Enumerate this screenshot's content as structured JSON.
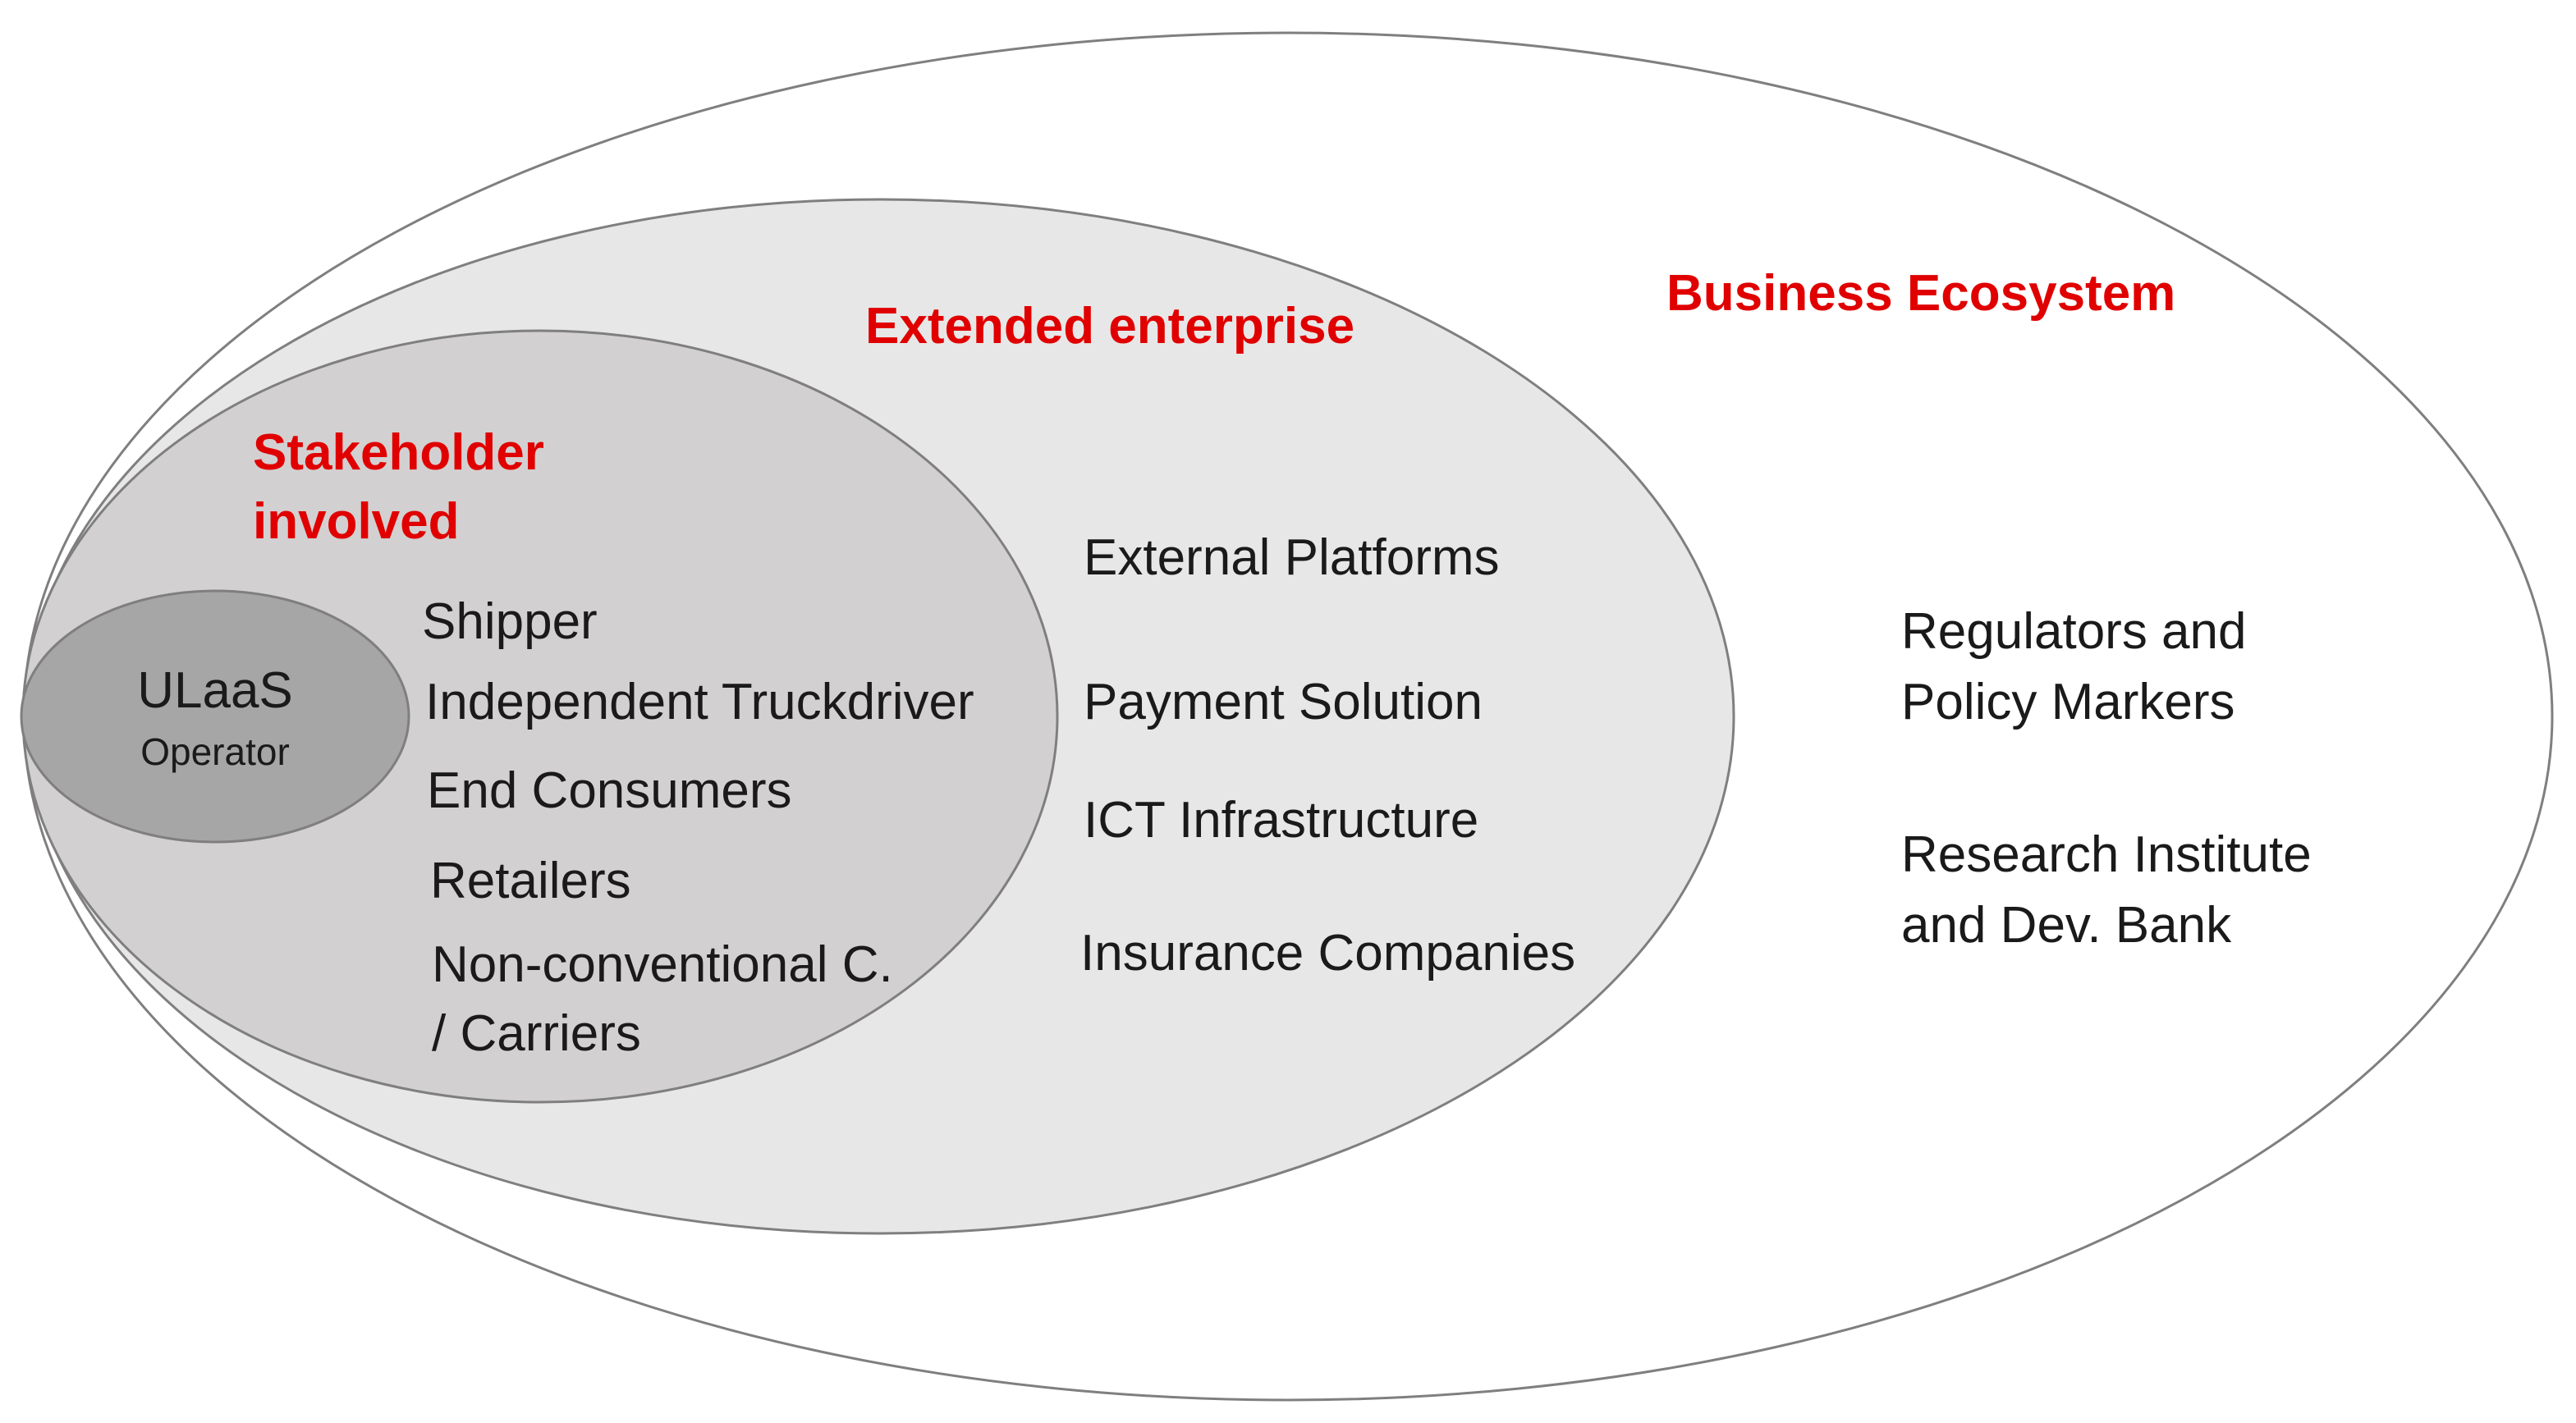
{
  "colors": {
    "label_red": "#e00000",
    "text_dark": "#1a1a1a",
    "outline": "#7f7f7f",
    "ecosystem_fill": "#ffffff",
    "enterprise_fill": "#e8e7e7",
    "stakeholder_fill": "#d3d0d1",
    "core_fill": "#a6a6a6"
  },
  "rings": {
    "ecosystem": {
      "label": "Business Ecosystem",
      "members": [
        "Regulators and",
        "Policy Markers",
        "Research Institute",
        "and Dev. Bank"
      ]
    },
    "enterprise": {
      "label": "Extended enterprise",
      "members": [
        "External Platforms",
        "Payment Solution",
        "ICT Infrastructure",
        "Insurance Companies"
      ]
    },
    "stakeholder": {
      "label_line1": "Stakeholder",
      "label_line2": "involved",
      "members": [
        "Shipper",
        "Independent Truckdriver",
        "End Consumers",
        "Retailers",
        "Non-conventional C.",
        "/ Carriers"
      ]
    },
    "core": {
      "title": "ULaaS",
      "subtitle": "Operator"
    }
  }
}
